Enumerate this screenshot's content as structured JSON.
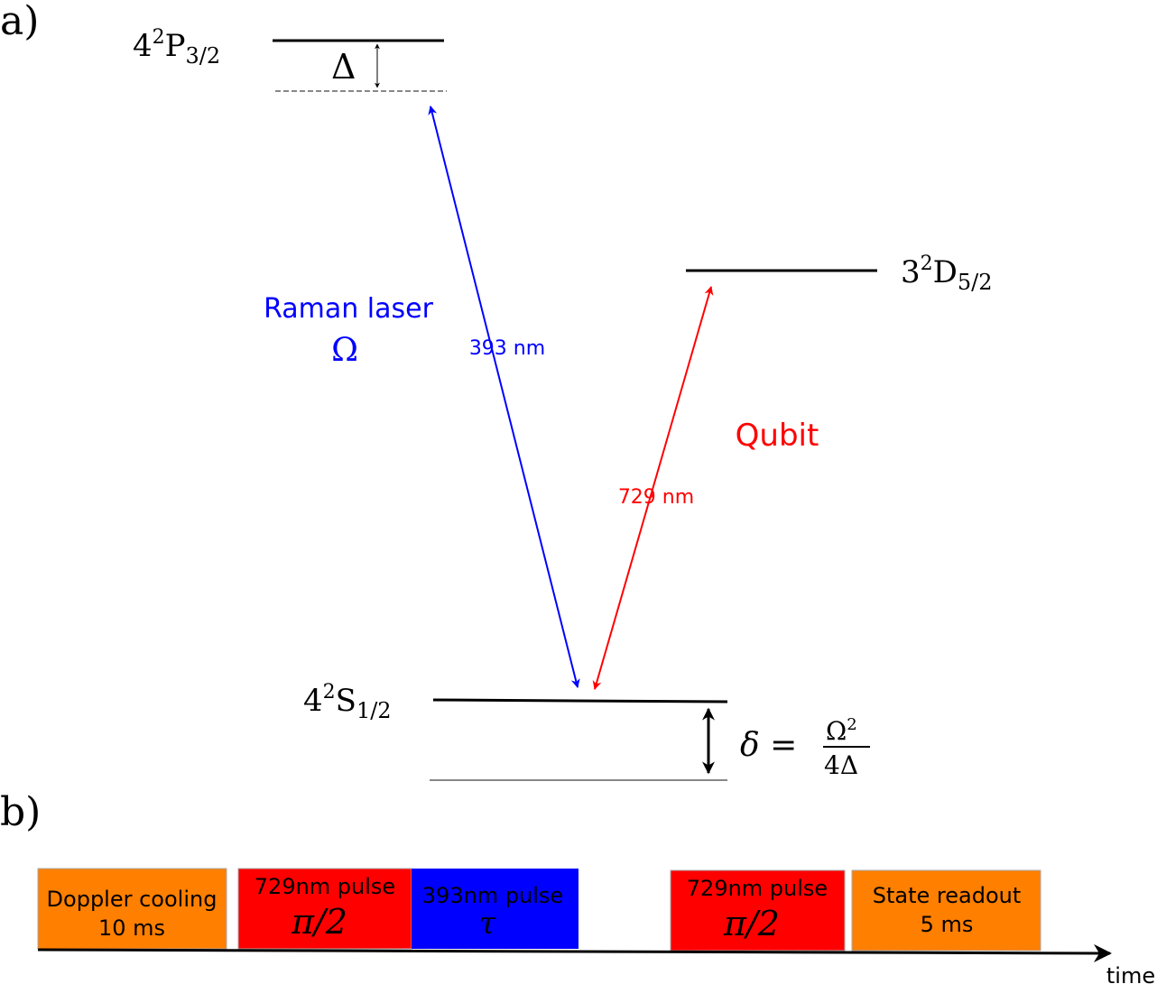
{
  "panels": {
    "a_label": "a)",
    "b_label": "b)"
  },
  "levels": {
    "p32": {
      "base": "4",
      "sup": "2",
      "letter": "P",
      "sub": "3/2"
    },
    "d52": {
      "base": "3",
      "sup": "2",
      "letter": "D",
      "sub": "5/2"
    },
    "s12": {
      "base": "4",
      "sup": "2",
      "letter": "S",
      "sub": "1/2"
    }
  },
  "detuning": {
    "symbol": "Δ"
  },
  "raman": {
    "label": "Raman laser",
    "symbol": "Ω",
    "wavelength": "393 nm",
    "color": "#0000ff"
  },
  "qubit": {
    "label": "Qubit",
    "wavelength": "729 nm",
    "color": "#ff0000"
  },
  "light_shift": {
    "lhs": "δ =",
    "numerator_base": "Ω",
    "numerator_sup": "2",
    "denominator": "4Δ"
  },
  "sequence": {
    "blocks": [
      {
        "line1": "Doppler cooling",
        "line2": "10 ms",
        "color": "#ff7f00"
      },
      {
        "line1": "729nm pulse",
        "line2": "π/2",
        "color": "#ff0000"
      },
      {
        "line1": "393nm pulse",
        "line2": "τ",
        "color": "#0000ff"
      },
      {
        "line1": "729nm pulse",
        "line2": "π/2",
        "color": "#ff0000"
      },
      {
        "line1": "State readout",
        "line2": "5 ms",
        "color": "#ff7f00"
      }
    ],
    "axis_label": "time"
  }
}
